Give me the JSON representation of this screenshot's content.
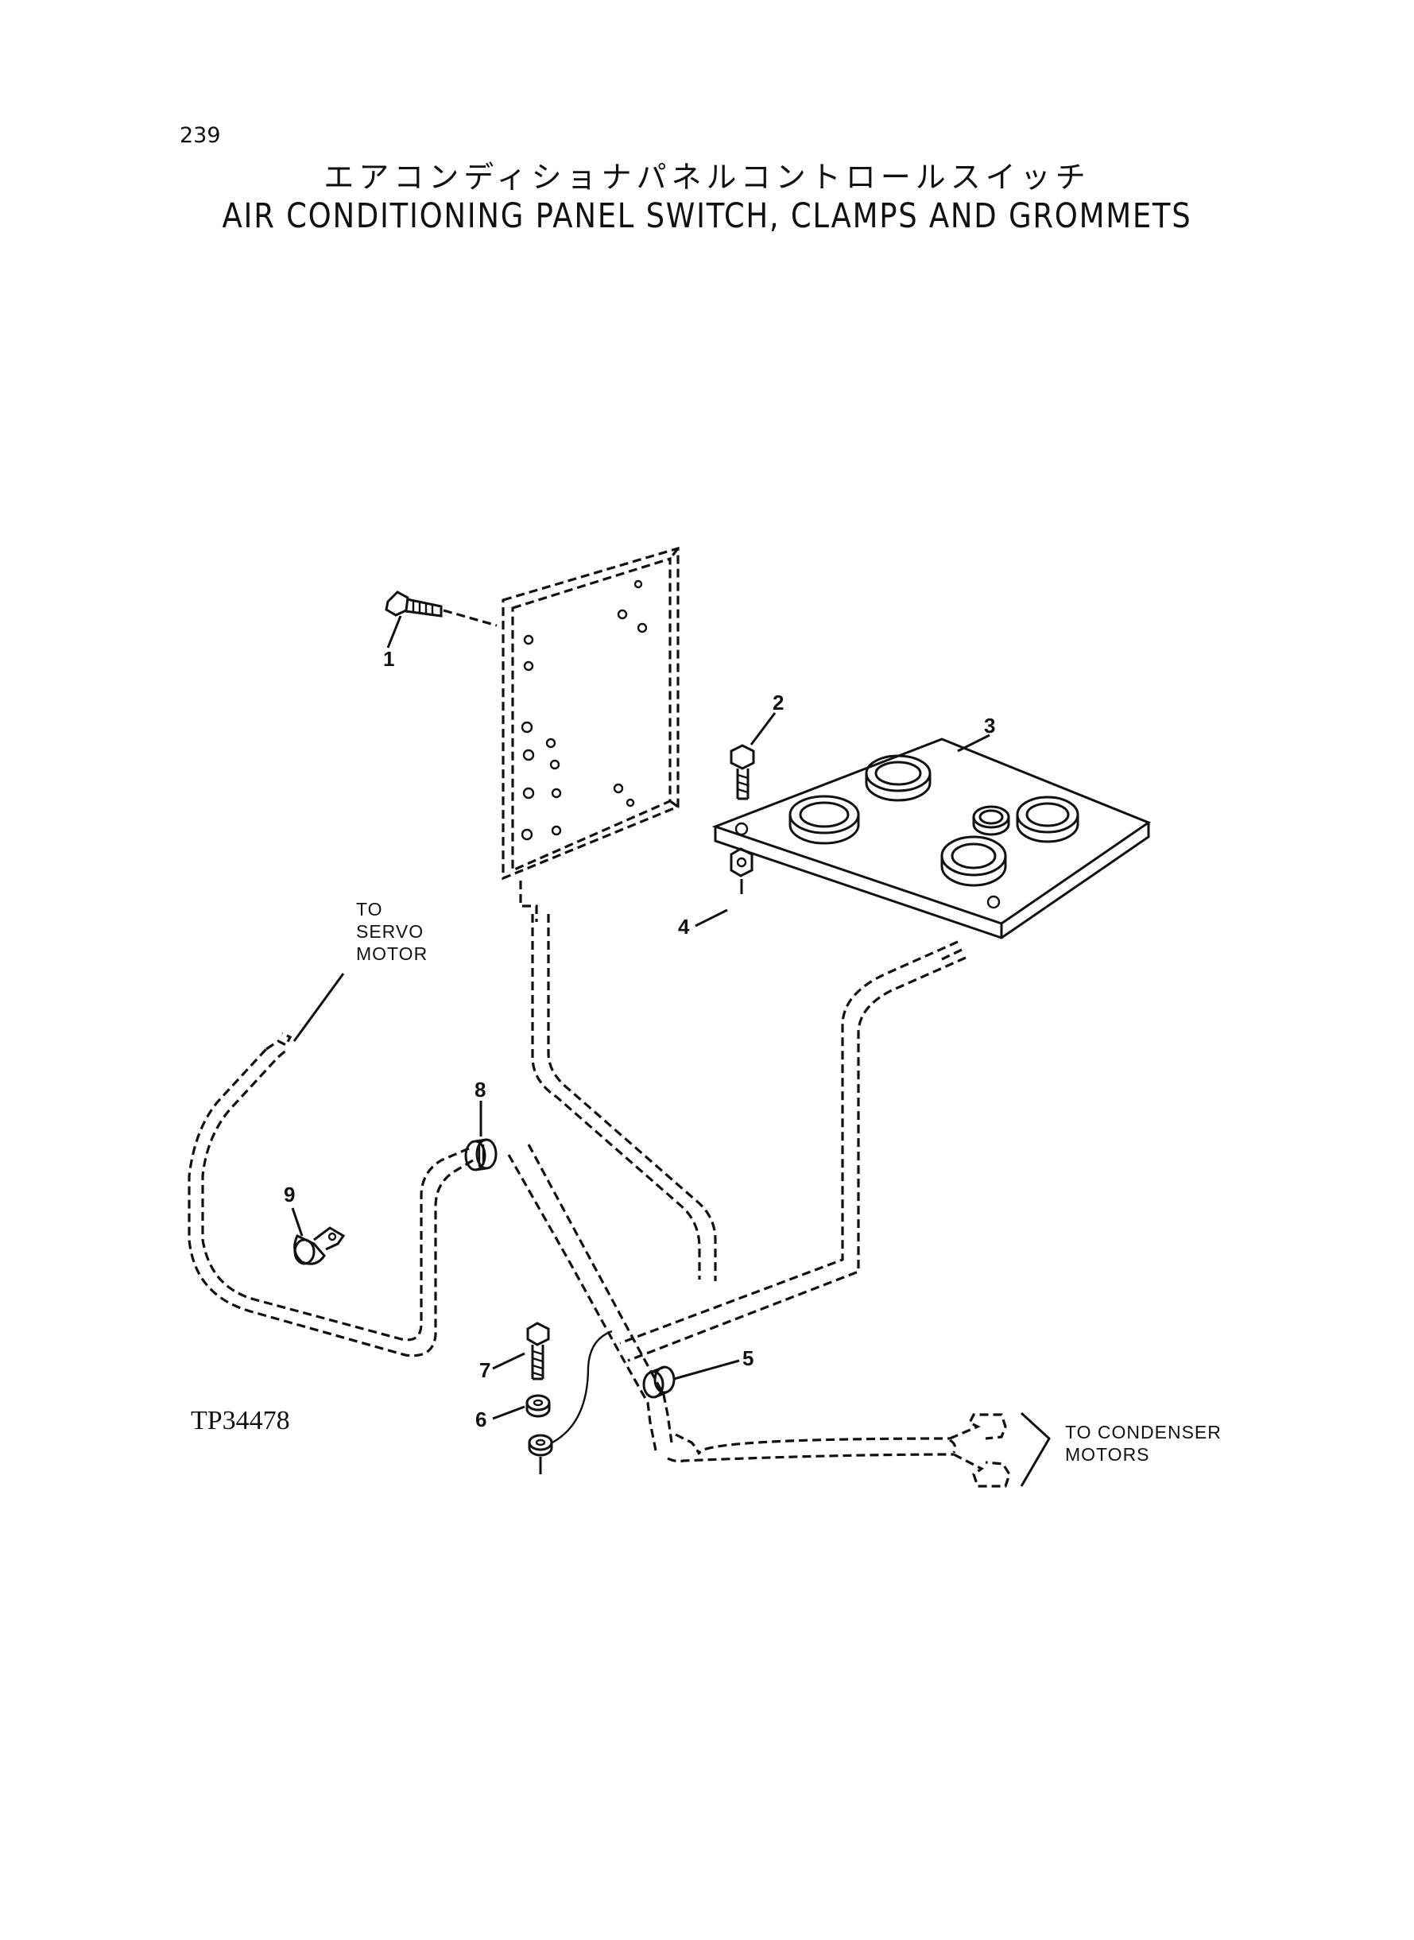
{
  "page": {
    "number": "239",
    "title_jp": "エアコンディショナパネルコントロールスイッチ",
    "title_en": "AIR CONDITIONING PANEL SWITCH, CLAMPS AND GROMMETS"
  },
  "figure": {
    "id": "TP34478",
    "callouts": [
      "1",
      "2",
      "3",
      "4",
      "5",
      "6",
      "7",
      "8",
      "9"
    ],
    "notes": {
      "servo": [
        "TO",
        "SERVO",
        "MOTOR"
      ],
      "condenser": [
        "TO CONDENSER",
        "MOTORS"
      ]
    }
  }
}
